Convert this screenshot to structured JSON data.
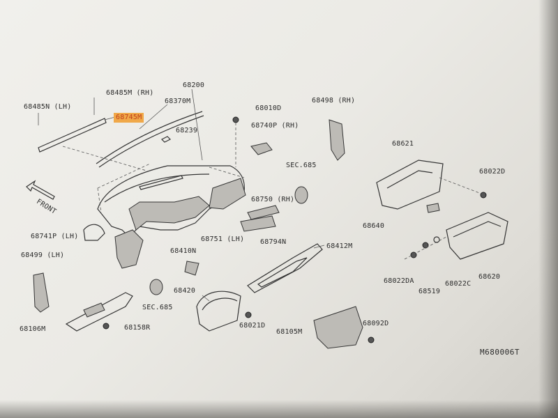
{
  "parts": {
    "p68200": "68200",
    "p68370m": "68370M",
    "p68485m_rh": "68485M (RH)",
    "p68485n_lh": "68485N (LH)",
    "p68745m": "68745M",
    "p68239": "68239",
    "p68010d": "68010D",
    "p68740p_rh": "68740P (RH)",
    "p68498_rh": "68498 (RH)",
    "sec685_top": "SEC.685",
    "p68750_rh": "68750 (RH)",
    "p68751_lh": "68751 (LH)",
    "p68794n": "68794N",
    "p68741p_lh": "68741P (LH)",
    "p68410n": "68410N",
    "p68412m": "68412M",
    "p68499_lh": "68499 (LH)",
    "p68420": "68420",
    "sec685_bottom": "SEC.685",
    "p68106m": "68106M",
    "p68158r": "68158R",
    "p68021d": "68021D",
    "p68105m": "68105M",
    "p68092d": "68092D",
    "p68621": "68621",
    "p68022d": "68022D",
    "p68640": "68640",
    "p68022da": "68022DA",
    "p68519": "68519",
    "p68022c": "68022C",
    "p68620": "68620"
  },
  "front_label": "FRONT",
  "diagram_code": "M680006T",
  "highlight_color": "#f0a849"
}
